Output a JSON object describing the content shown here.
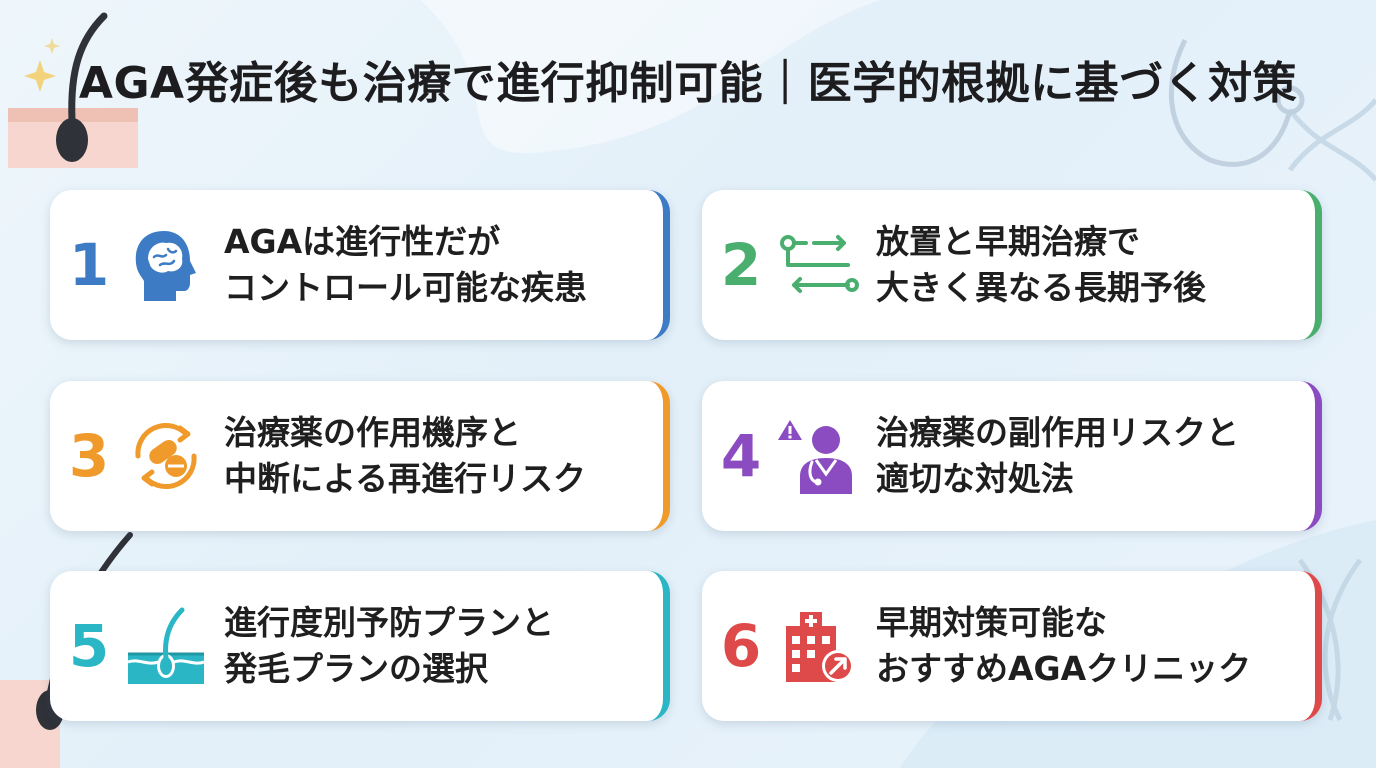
{
  "title": "AGA発症後も治療で進行抑制可能｜医学的根拠に基づく対策",
  "cards": [
    {
      "number": "1",
      "icon": "brain-head-icon",
      "accent": "#3d7bc4",
      "lines": [
        "AGAは進行性だが",
        "コントロール可能な疾患"
      ]
    },
    {
      "number": "2",
      "icon": "branching-paths-icon",
      "accent": "#4aae6e",
      "lines": [
        "放置と早期治療で",
        "大きく異なる長期予後"
      ]
    },
    {
      "number": "3",
      "icon": "medicine-cycle-icon",
      "accent": "#ef9a2b",
      "lines": [
        "治療薬の作用機序と",
        "中断による再進行リスク"
      ]
    },
    {
      "number": "4",
      "icon": "doctor-warning-icon",
      "accent": "#8a4cc0",
      "lines": [
        "治療薬の副作用リスクと",
        "適切な対処法"
      ]
    },
    {
      "number": "5",
      "icon": "hair-follicle-icon",
      "accent": "#2ab6c4",
      "lines": [
        "進行度別予防プランと",
        "発毛プランの選択"
      ]
    },
    {
      "number": "6",
      "icon": "clinic-building-icon",
      "accent": "#de4a4a",
      "lines": [
        "早期対策可能な",
        "おすすめAGAクリニック"
      ]
    }
  ]
}
